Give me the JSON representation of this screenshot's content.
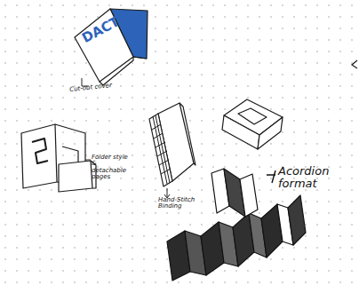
{
  "diagram": {
    "labels": [
      "DACT",
      "Cut-out cover",
      "Folder style & detachable pages",
      "Hand-Stitch Binding",
      "Acordion format"
    ]
  }
}
